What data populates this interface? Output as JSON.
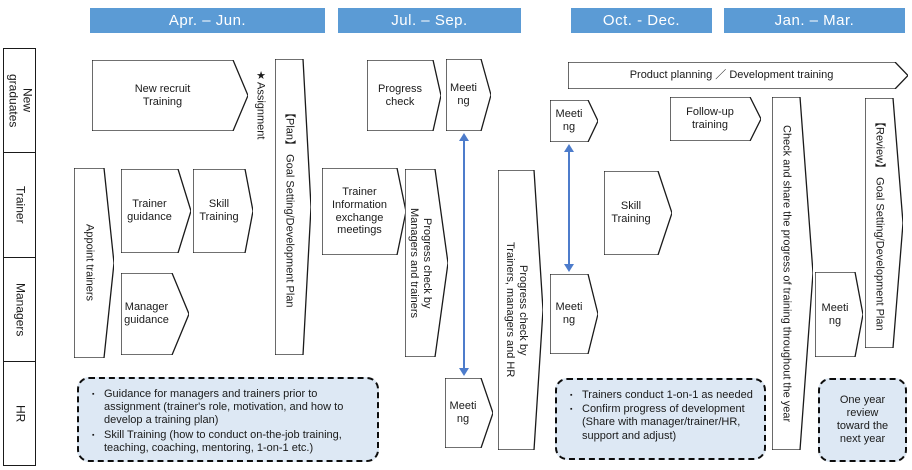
{
  "colors": {
    "header_bg": "#5B9BD5",
    "arrow_blue": "#4D7CCB",
    "note_bg": "#DDE8F4",
    "ink": "#1a1a1a"
  },
  "quarters": [
    "Apr. – Jun.",
    "Jul. – Sep.",
    "Oct. - Dec.",
    "Jan. – Mar."
  ],
  "lanes": [
    "New\ngraduates",
    "Trainer",
    "Managers",
    "HR"
  ],
  "shapes": {
    "new_recruit": "New recruit\nTraining",
    "assignment": "★Assignment",
    "plan_bar": "【Plan】 Goal Setting/Development Plan",
    "progress_check": "Progress\ncheck",
    "meeting": "Meeting",
    "trainer_info": "Trainer\nInformation\nexchange\nmeetings",
    "pc_managers": "Progress check by\nManagers and trainers",
    "pc_trainers": "Progress check by\nTrainers, managers and HR",
    "product_planning": "Product planning ／ Development training",
    "follow_up": "Follow-up\ntraining",
    "skill_training": "Skill\nTraining",
    "check_share": "Check and share the progress of training throughout  the year",
    "review_bar": "【Review】 Goal Setting/Development Plan",
    "appoint": "Appoint trainers",
    "trainer_guidance": "Trainer\nguidance",
    "manager_guidance": "Manager\nguidance"
  },
  "notes": {
    "hr_apr_jun": {
      "items": [
        "Guidance for managers and trainers prior to assignment (trainer's role, motivation, and how to develop a training plan)",
        "Skill Training (how to conduct on-the-job training, teaching, coaching, mentoring, 1-on-1 etc.)"
      ]
    },
    "hr_oct_dec": {
      "items": [
        "Trainers conduct 1-on-1 as needed",
        "Confirm progress of development (Share with manager/trainer/HR, support and adjust)"
      ]
    },
    "hr_jan_mar": {
      "text": "One year review toward the next year"
    }
  }
}
